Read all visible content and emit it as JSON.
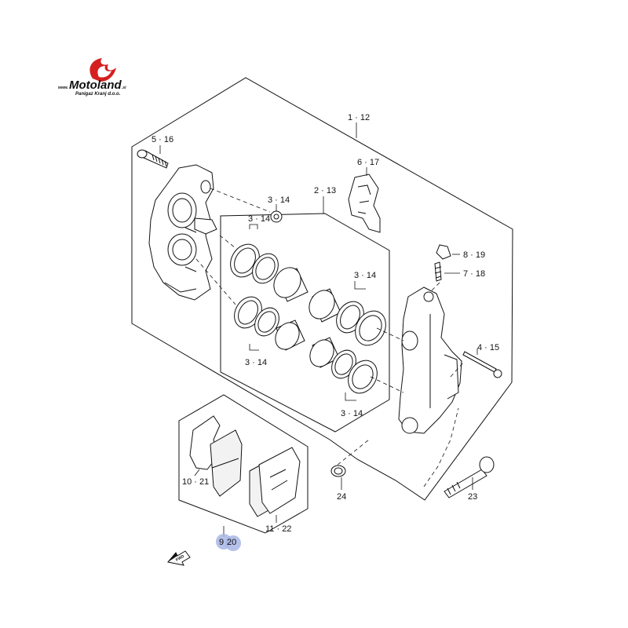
{
  "logo": {
    "www": "www.",
    "name": "Motoland",
    "tld": ".si",
    "subtitle": "Panigaz Kranj d.o.o."
  },
  "callouts": {
    "c1_12": "1 · 12",
    "c2_13": "2 · 13",
    "c3_14a": "3 · 14",
    "c3_14b": "3 · 14",
    "c3_14c": "3 · 14",
    "c3_14d": "3 · 14",
    "c3_14e": "3 · 14",
    "c4_15": "4 · 15",
    "c5_16": "5 · 16",
    "c6_17": "6 · 17",
    "c7_18": "7 · 18",
    "c8_19": "8 · 19",
    "c9_20_a": "9",
    "c9_20_b": "20",
    "c10_21": "10 · 21",
    "c11_22": "11 · 22",
    "c23": "23",
    "c24": "24"
  },
  "fwd_label": "FWD",
  "colors": {
    "line": "#111111",
    "logo_red": "#d42020",
    "highlight": "#a9b6e6"
  }
}
